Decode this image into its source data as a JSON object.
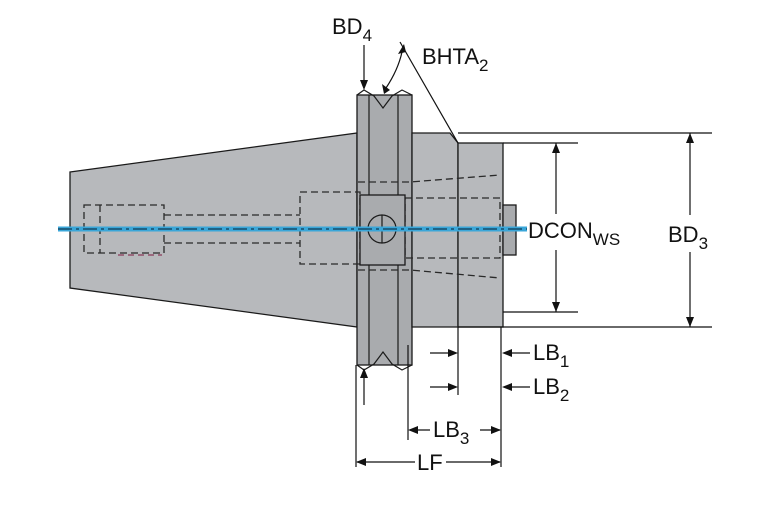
{
  "labels": {
    "bd4": {
      "main": "BD",
      "sub": "4"
    },
    "bhta2": {
      "main": "BHTA",
      "sub": "2"
    },
    "dcon_ws": {
      "main": "DCON",
      "sub": "WS"
    },
    "bd3": {
      "main": "BD",
      "sub": "3"
    },
    "lb1": {
      "main": "LB",
      "sub": "1"
    },
    "lb2": {
      "main": "LB",
      "sub": "2"
    },
    "lb3": {
      "main": "LB",
      "sub": "3"
    },
    "lf": {
      "main": "LF"
    }
  },
  "colors": {
    "body": "#b7b9bc",
    "axis": "#3aa6d8",
    "outline": "#1a1a1a"
  }
}
